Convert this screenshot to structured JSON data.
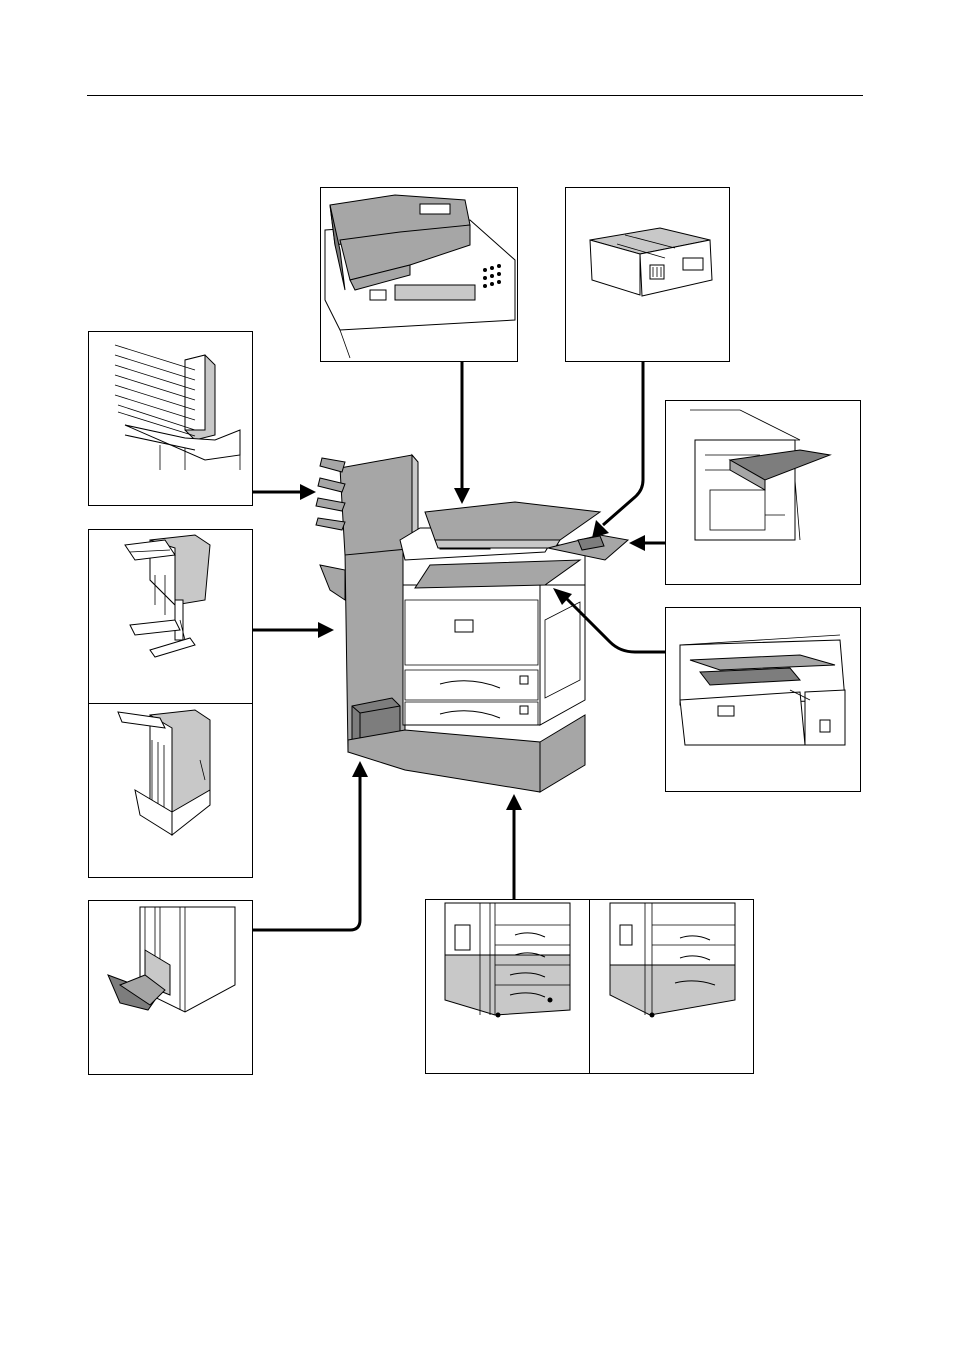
{
  "page": {
    "description_text": ""
  },
  "diagram": {
    "main_unit": "main-copier",
    "options": [
      {
        "id": "document-processor",
        "icon": "document-processor-icon"
      },
      {
        "id": "key-counter",
        "icon": "key-counter-icon"
      },
      {
        "id": "document-finisher",
        "icon": "document-finisher-icon"
      },
      {
        "id": "bulk-finisher",
        "icon": "bulk-finisher-icon"
      },
      {
        "id": "job-separator",
        "icon": "job-separator-icon"
      },
      {
        "id": "mailbox-sorter",
        "icon": "mailbox-sorter-icon"
      },
      {
        "id": "finisher-with-tray",
        "icon": "finisher-tray-icon"
      },
      {
        "id": "center-finisher",
        "icon": "center-finisher-icon"
      },
      {
        "id": "folding-unit",
        "icon": "folding-unit-icon"
      },
      {
        "id": "paper-feeder",
        "icon": "paper-feeder-icon"
      },
      {
        "id": "large-capacity-feeder",
        "icon": "large-capacity-feeder-icon"
      }
    ]
  }
}
